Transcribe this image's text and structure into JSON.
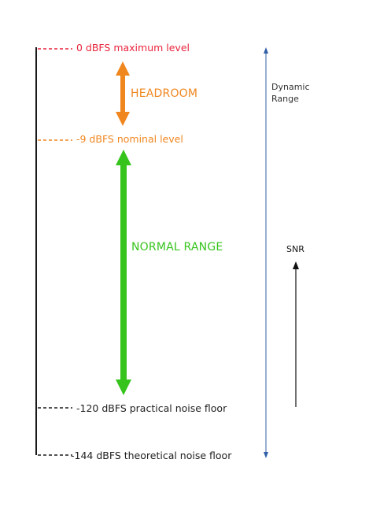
{
  "levels": {
    "max": {
      "text": "0 dBFS maximum level",
      "color": "#e8243c"
    },
    "nominal": {
      "text": "-9 dBFS nominal level",
      "color": "#f0861e"
    },
    "practical_floor": {
      "text": "-120 dBFS practical noise floor",
      "color": "#222222"
    },
    "theoretical_floor": {
      "text": "-144 dBFS theoretical noise floor",
      "color": "#222222"
    }
  },
  "regions": {
    "headroom": {
      "text": "HEADROOM",
      "color": "#f0861e"
    },
    "normal_range": {
      "text": "NORMAL RANGE",
      "color": "#36c41c"
    }
  },
  "dynamic_range": {
    "line1": "Dynamic",
    "line2": "Range",
    "color": "#2f5fa6"
  },
  "snr": {
    "text": "SNR",
    "color": "#111111"
  }
}
